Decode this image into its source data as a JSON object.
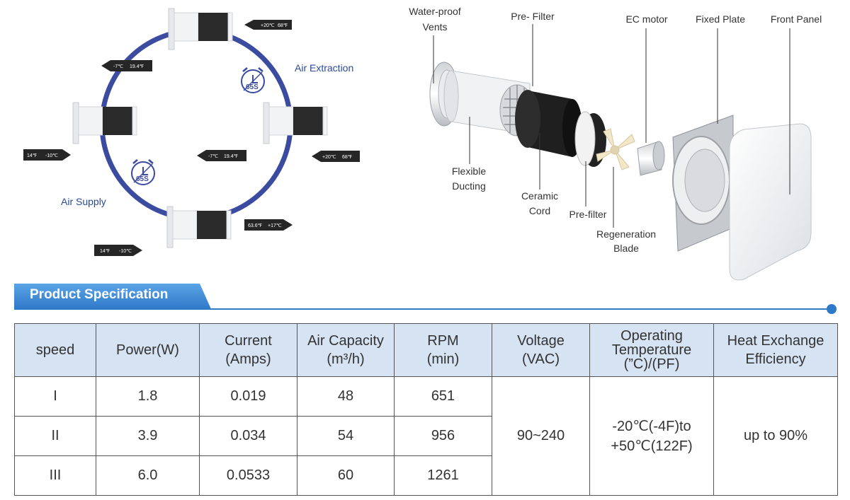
{
  "diagram_left": {
    "labels": {
      "air_extraction": "Air Extraction",
      "air_supply": "Air Supply",
      "timer_top": "65S",
      "timer_bottom": "65S"
    },
    "arrows": [
      {
        "id": "a1",
        "a": "+20℃",
        "b": "68℉"
      },
      {
        "id": "a2",
        "a": "-7℃",
        "b": "19.4℉"
      },
      {
        "id": "a3",
        "a": "14℉",
        "b": "-10℃"
      },
      {
        "id": "a4",
        "a": "-7℃",
        "b": "19.4℉"
      },
      {
        "id": "a5",
        "a": "+20℃",
        "b": "68℉"
      },
      {
        "id": "a6",
        "a": "63.6℉",
        "b": "+17℃"
      },
      {
        "id": "a7",
        "a": "14℉",
        "b": "-10℃"
      }
    ]
  },
  "diagram_right": {
    "labels": {
      "water_proof_1": "Water-proof",
      "water_proof_2": "Vents",
      "pre_filter_top": "Pre- Filter",
      "ec_motor": "EC motor",
      "fixed_plate": "Fixed Plate",
      "front_panel": "Front Panel",
      "flexible_1": "Flexible",
      "flexible_2": "Ducting",
      "ceramic_1": "Ceramic",
      "ceramic_2": "Cord",
      "pre_filter_bottom": "Pre-filter",
      "regen_1": "Regeneration",
      "regen_2": "Blade"
    }
  },
  "spec": {
    "title": "Product Specification",
    "headers": {
      "speed": "speed",
      "power": "Power(W)",
      "current_1": "Current",
      "current_2": "(Amps)",
      "air_1": "Air Capacity",
      "air_2": "(m³/h)",
      "rpm_1": "RPM",
      "rpm_2": "(min)",
      "voltage_1": "Voltage",
      "voltage_2": "(VAC)",
      "temp_1": "Operating",
      "temp_2": "Temperature",
      "temp_3": "(”C)/(PF)",
      "heat_1": "Heat Exchange",
      "heat_2": "Efficiency"
    },
    "rows": [
      {
        "speed": "I",
        "power": "1.8",
        "current": "0.019",
        "air": "48",
        "rpm": "651"
      },
      {
        "speed": "II",
        "power": "3.9",
        "current": "0.034",
        "air": "54",
        "rpm": "956"
      },
      {
        "speed": "III",
        "power": "6.0",
        "current": "0.0533",
        "air": "60",
        "rpm": "1261"
      }
    ],
    "voltage": "90~240",
    "temperature_1": "-20℃(-4F)to",
    "temperature_2": "+50℃(122F)",
    "efficiency": "up to 90%"
  },
  "colors": {
    "ring": "#3b4ba0",
    "accent": "#2f79c9",
    "header_bg": "#d6e3f3",
    "label_blue": "#2a4a9a"
  }
}
